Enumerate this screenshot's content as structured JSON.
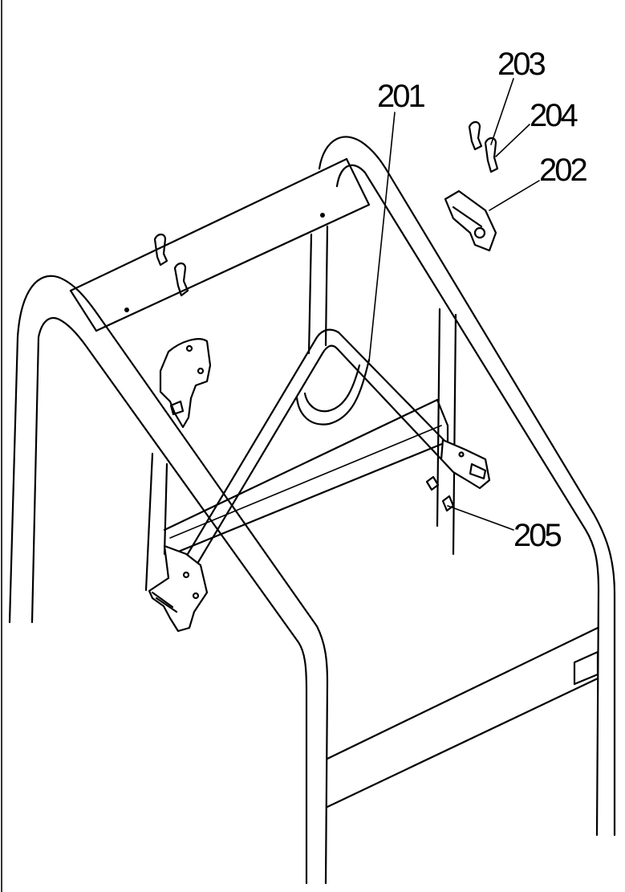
{
  "diagram": {
    "callouts": [
      {
        "id": "201",
        "label": "201"
      },
      {
        "id": "202",
        "label": "202"
      },
      {
        "id": "203",
        "label": "203"
      },
      {
        "id": "204",
        "label": "204"
      },
      {
        "id": "205",
        "label": "205"
      }
    ]
  }
}
